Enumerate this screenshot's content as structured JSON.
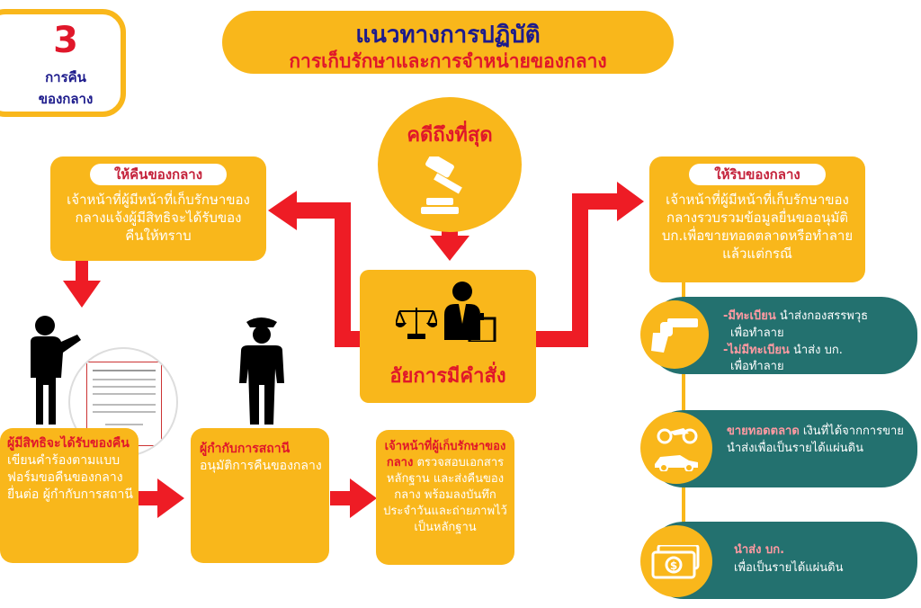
{
  "badge": {
    "number": "3",
    "line1": "การคืน",
    "line2": "ของกลาง"
  },
  "header": {
    "title": "แนวทางการปฏิบัติ",
    "subtitle": "การเก็บรักษาและการจำหน่ายของกลาง"
  },
  "verdict": {
    "label": "คดีถึงที่สุด"
  },
  "prosecutor": {
    "label": "อัยการมีคำสั่ง"
  },
  "return_box": {
    "title": "ให้คืนของกลาง",
    "body": "เจ้าหน้าที่ผู้มีหน้าที่เก็บรักษาของกลางแจ้งผู้มีสิทธิจะได้รับของคืนให้ทราบ"
  },
  "forfeit_box": {
    "title": "ให้ริบของกลาง",
    "body": "เจ้าหน้าที่ผู้มีหน้าที่เก็บรักษาของกลางรวบรวมข้อมูลยื่นขออนุมัติ บก.เพื่อขายทอดตลาดหรือทำลายแล้วแต่กรณี"
  },
  "step1": {
    "highlight": "ผู้มีสิทธิจะได้รับของคืน",
    "body": "เขียนคำร้องตามแบบฟอร์มขอคืนของกลาง ยื่นต่อ ผู้กำกับการสถานี"
  },
  "step2": {
    "highlight": "ผู้กำกับการสถานี",
    "body": "อนุมัติการคืนของกลาง"
  },
  "step3": {
    "highlight": "เจ้าหน้าที่ผู้เก็บรักษาของกลาง",
    "body": "ตรวจสอบเอกสารหลักฐาน และส่งคืนของกลาง พร้อมลงบันทึกประจำวันและถ่ายภาพไว้เป็นหลักฐาน"
  },
  "weapons": {
    "reg_label": "-มีทะเบียน",
    "reg_text": "นำส่งกองสรรพวุธ",
    "reg_text2": "เพื่อทำลาย",
    "unreg_label": "-ไม่มีทะเบียน",
    "unreg_text": "นำส่ง บก.",
    "unreg_text2": "เพื่อทำลาย"
  },
  "auction": {
    "label": "ขายทอดตลาด",
    "text": "เงินที่ได้จากการขาย นำส่งเพื่อเป็นรายได้แผ่นดิน"
  },
  "money": {
    "label": "นำส่ง บก.",
    "text": "เพื่อเป็นรายได้แผ่นดิน"
  },
  "colors": {
    "orange": "#f9b71b",
    "teal": "#23716f",
    "red_arrow": "#ee1c25",
    "title_blue": "#1d1b8c",
    "highlight_red": "#e0172a"
  },
  "icons": [
    "gavel-icon",
    "scales-icon",
    "lawyer-icon",
    "person-pointing-icon",
    "police-officer-icon",
    "form-document-icon",
    "gun-icon",
    "motorcycle-icon",
    "car-icon",
    "banknotes-icon"
  ]
}
